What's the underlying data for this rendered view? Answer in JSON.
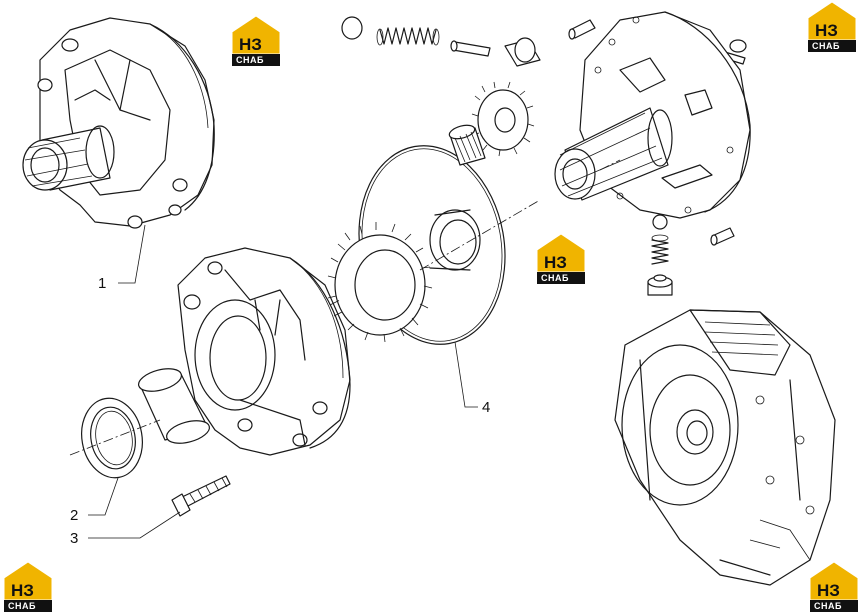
{
  "callouts": [
    {
      "id": "1",
      "label": "1"
    },
    {
      "id": "2",
      "label": "2"
    },
    {
      "id": "3",
      "label": "3"
    },
    {
      "id": "4",
      "label": "4"
    }
  ],
  "watermark": {
    "primary": "НЗ",
    "secondary": "СНАБ",
    "color": "#f0b400"
  }
}
